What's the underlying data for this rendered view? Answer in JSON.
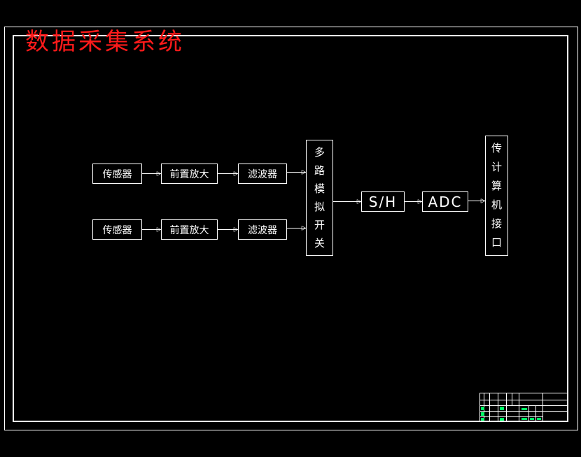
{
  "title": "数据采集系统",
  "colors": {
    "background": "#000000",
    "line": "#ffffff",
    "title": "#ff1a1a",
    "title_block_accent": "#00ff66"
  },
  "diagram": {
    "row1": {
      "sensor": "传感器",
      "preamp": "前置放大",
      "filter": "滤波器"
    },
    "row2": {
      "sensor": "传感器",
      "preamp": "前置放大",
      "filter": "滤波器"
    },
    "mux": [
      "多",
      "路",
      "模",
      "拟",
      "开",
      "关"
    ],
    "sample_hold": "S/H",
    "adc": "ADC",
    "interface": [
      "传",
      "计",
      "算",
      "机",
      "接",
      "口"
    ]
  }
}
